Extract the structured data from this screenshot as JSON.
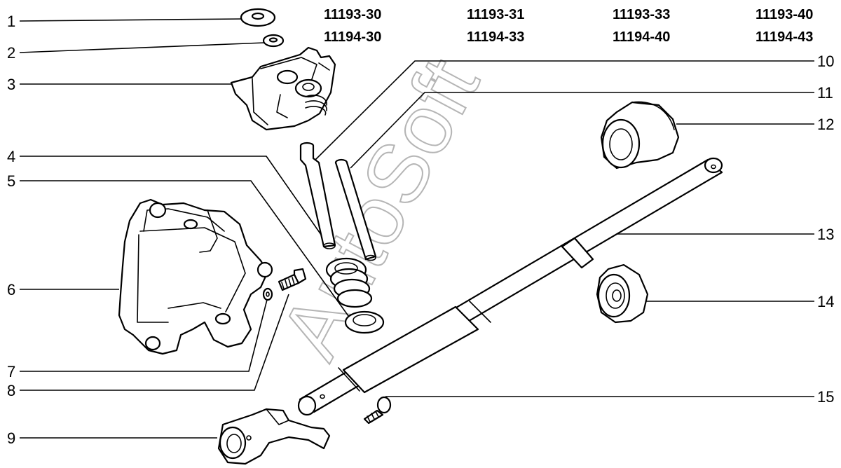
{
  "model_codes": [
    {
      "top": "11193-30",
      "bottom": "11194-30"
    },
    {
      "top": "11193-31",
      "bottom": "11194-33"
    },
    {
      "top": "11193-33",
      "bottom": "11194-40"
    },
    {
      "top": "11193-40",
      "bottom": "11194-43"
    }
  ],
  "callouts": {
    "p1": "1",
    "p2": "2",
    "p3": "3",
    "p4": "4",
    "p5": "5",
    "p6": "6",
    "p7": "7",
    "p8": "8",
    "p9": "9",
    "p10": "10",
    "p11": "11",
    "p12": "12",
    "p13": "13",
    "p14": "14",
    "p15": "15"
  },
  "watermark": "AutoSoft"
}
